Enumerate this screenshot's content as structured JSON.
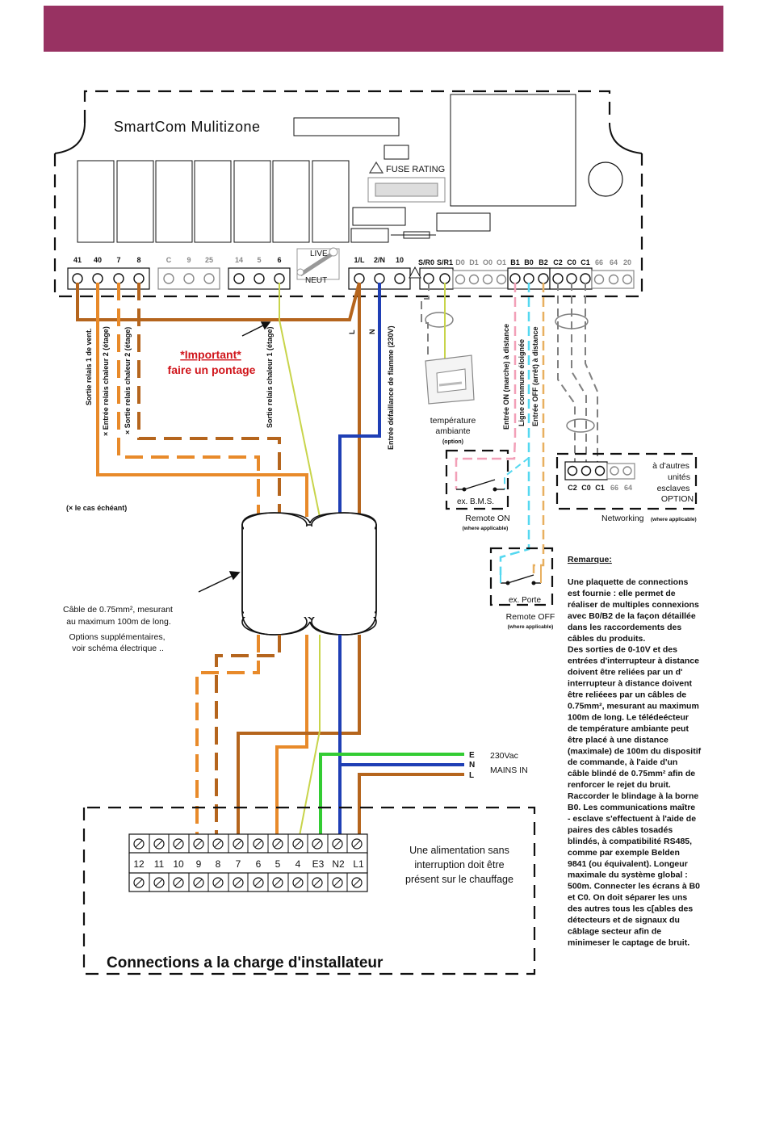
{
  "header": {
    "color": "#983262"
  },
  "board": {
    "title": "SmartCom Mulitizone",
    "fuse_rating": "FUSE RATING",
    "live_label": "LIVE",
    "neut_label": "NEUT",
    "terminal_labels": [
      "41",
      "40",
      "7",
      "8",
      "C",
      "9",
      "25",
      "14",
      "5",
      "6",
      "1/L",
      "2/N",
      "10",
      "S/R0",
      "S/R1",
      "D0",
      "D1",
      "O0",
      "O1",
      "B1",
      "B0",
      "B2",
      "C2",
      "C0",
      "C1",
      "66",
      "64",
      "20"
    ]
  },
  "wire_labels": {
    "sortie_vent": "Sortie relais 1 de vent.",
    "entree_chaleur2": "× Entrée relais chaleur 2 (étage)",
    "sortie_chaleur2": "× Sortie relais chaleur 2 (étage)",
    "sortie_chaleur1": "Sortie relais chaleur 1 (étage)",
    "L": "L",
    "N": "N",
    "entree_flamme": "Entrée défaillance de flamme (230V)",
    "entree_on": "Entrée ON (marche) à distance",
    "ligne_commune": "Ligne commune éloignée",
    "entree_off": "Entrée OFF (arrêt) à distance"
  },
  "important": {
    "line1": "*Important*",
    "line2": "faire un pontage"
  },
  "le_cas": "(× le cas échéant)",
  "cable_note": {
    "line1": "Câble de 0.75mm², mesurant",
    "line2": "au maximum 100m de long.",
    "line3": "Options supplémentaires,",
    "line4": "voir schéma électrique .."
  },
  "sensor": {
    "line1": "température",
    "line2": "ambiante",
    "line3": "(option)"
  },
  "bms": {
    "box": "ex. B.M.S.",
    "line1": "Remote ON",
    "line2": "(where applicable)"
  },
  "porte": {
    "box": "ex. Porte",
    "line1": "Remote OFF",
    "line2": "(where applicable)"
  },
  "network": {
    "terminals": [
      "C2",
      "C0",
      "C1",
      "66",
      "64"
    ],
    "text": [
      "à d'autres",
      "unités",
      "esclaves",
      "OPTION"
    ],
    "label": "Networking",
    "sub": "(where applicable)"
  },
  "mains": {
    "E": "E",
    "N": "N",
    "L": "L",
    "voltage": "230Vac",
    "label": "MAINS IN"
  },
  "lower": {
    "terminals": [
      "12",
      "11",
      "10",
      "9",
      "8",
      "7",
      "6",
      "5",
      "4",
      "E3",
      "N2",
      "L1"
    ],
    "note": [
      "Une alimentation sans",
      "interruption doit être",
      "présent sur le chauffage"
    ],
    "title": "Connections a la charge d'installateur"
  },
  "remarque": {
    "title": "Remarque:",
    "lines": [
      "Une plaquette de connections",
      "est fournie : elle permet de",
      "réaliser de multiples connexions",
      "avec B0/B2 de la façon détaillée",
      "dans les raccordements des",
      "câbles du produits.",
      "Des sorties de 0-10V et des",
      "entrées d'interrupteur à distance",
      "doivent être reliées par un d'",
      "interrupteur à distance doivent",
      "être reliéees par un câbles de",
      "0.75mm², mesurant au maximum",
      "100m de long. Le télédeécteur",
      "de température ambiante peut",
      "être placé à une distance",
      "(maximale) de 100m du dispositif",
      "de commande, à l'aide d'un",
      "câble blindé de 0.75mm² afin de",
      "renforcer le rejet du bruit.",
      "Raccorder le blindage à la borne",
      "B0. Les communications maître",
      "- esclave s'effectuent à l'aide de",
      "paires des câbles tosadés",
      "blindés, à compatibilité RS485,",
      "comme par exemple Belden",
      "9841 (ou équivalent). Longeur",
      "maximale du système global :",
      "500m. Connecter les écrans à B0",
      "et C0. On doit séparer les uns",
      "des autres tous les c[ables des",
      "détecteurs et de signaux du",
      "câblage secteur afin de",
      "minimeser le captage de bruit."
    ]
  },
  "colors": {
    "orange": "#e88a2a",
    "brown": "#b5651d",
    "blue": "#1f3fb5",
    "green": "#33cc33",
    "yellow_green": "#c8d44a",
    "pink": "#f2a0b8",
    "cyan": "#55d8f0",
    "tan": "#e8b060",
    "grey": "#808080",
    "red": "#d0151b"
  }
}
